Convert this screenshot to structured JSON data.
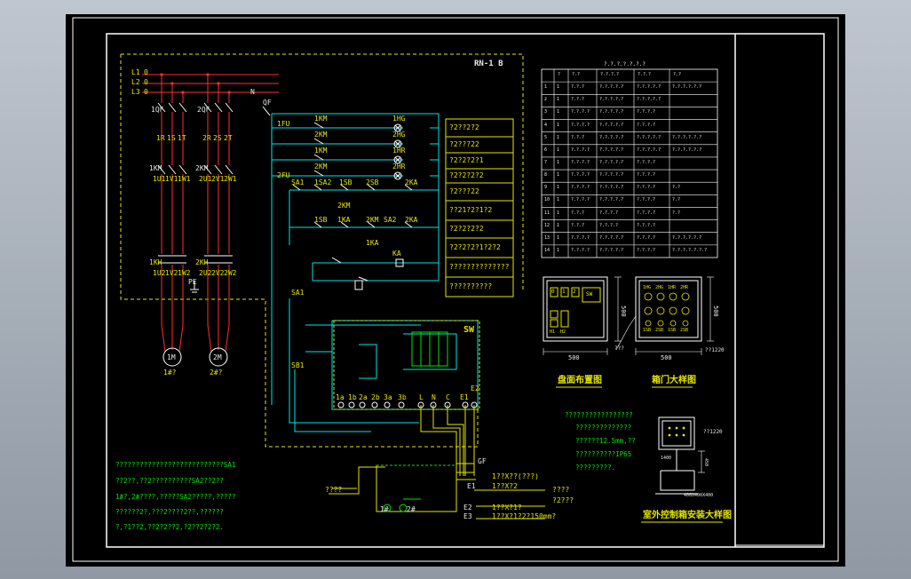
{
  "drawing": {
    "panel_code": "RN-1 B",
    "bus_labels": [
      "L1",
      "L2",
      "L3"
    ],
    "bus_markers": [
      "0",
      "0",
      "0"
    ],
    "pump1": {
      "breaker": "1QF",
      "terminals": [
        "1R",
        "1S",
        "1T"
      ],
      "contactor": "1KM",
      "contactor_outs": [
        "1U1",
        "1V1",
        "1W1"
      ],
      "relay": "1KH",
      "relay_outs": [
        "1U2",
        "1V2",
        "1W2"
      ],
      "motor": "1M"
    },
    "pump2": {
      "breaker": "2QF",
      "terminals": [
        "2R",
        "2S",
        "2T"
      ],
      "contactor": "2KM",
      "contactor_outs": [
        "2U1",
        "2V1",
        "2W1"
      ],
      "relay": "2KH",
      "relay_outs": [
        "2U2",
        "2V2",
        "2W2"
      ],
      "motor": "2M"
    },
    "ground_mark": "PE",
    "motor_captions": [
      "1#?",
      "2#?"
    ],
    "control_labels": [
      "1KM",
      "2KM",
      "1KM",
      "2KM",
      "SA1",
      "1SA2",
      "1SB",
      "2SB",
      "2KA",
      "2KM",
      "1SB",
      "1KA",
      "2KM",
      "SA2",
      "2KA",
      "1KA",
      "KA"
    ],
    "indicator_labels": [
      "1HG",
      "2HG",
      "1HR",
      "2HR"
    ],
    "side_marks": [
      "N",
      "QF",
      "1FU",
      "2FU",
      "SA1",
      "SB1"
    ],
    "function_labels": [
      "?2??2?2",
      "?2???22",
      "?2?2?2?1",
      "?2?2?2?2",
      "?2???22",
      "??21?2?1?2",
      "?2?2?2?2",
      "?2?2?2?1?2?2",
      "??????????????",
      "??????????"
    ],
    "sw_label": "SW",
    "sw_terminals": [
      "1a",
      "1b",
      "2a",
      "2b",
      "3a",
      "3b",
      "L",
      "N",
      "C",
      "E1",
      "E2"
    ],
    "sensor_labels": [
      "GF",
      "E1",
      "E2",
      "E3"
    ],
    "sensor_notes": [
      "1??X??(???)",
      "1??X?2",
      "1??X?1?",
      "1??X?1?2?150mm?"
    ],
    "sensor_side": [
      "????",
      "?2???"
    ],
    "tank_label": "????",
    "pump_small": [
      "1#",
      "2#"
    ],
    "notes": [
      "???????????????????????????SA1",
      "??2??,??2??????????SA2??2??",
      "1#?,2#????,?????SA2?????,?????",
      "??????2?,???2????2??,??????",
      "?,?1??2,??2?2??2,?2??2?2?2."
    ],
    "table": {
      "title": "?.?.?.?.?.?.?",
      "headers": [
        "?",
        "?.?",
        "?.?.?.?",
        "?.?.?",
        "?.?"
      ],
      "rows": [
        [
          "1",
          "1",
          "?.?.?",
          "?.?.?.?.?",
          "?.?.?.?.?",
          "?.?.?.?.?.?"
        ],
        [
          "2",
          "1",
          "?.?.?",
          "?.?.?.?.?",
          "?.?.?.?.?",
          ""
        ],
        [
          "3",
          "1",
          "?.?.?.?",
          "?.?.?.?.?",
          "?.?.?.?",
          ""
        ],
        [
          "4",
          "1",
          "?.?.?.?",
          "?.?.?.?.?",
          "?.?.?.?",
          ""
        ],
        [
          "5",
          "1",
          "?.?.?",
          "?.?.?.?.?",
          "?.?.?.?.?",
          "?.?.?.?.?.?"
        ],
        [
          "6",
          "1",
          "?.?.?.?",
          "?.?.?.?.?",
          "?.?.?.?.?",
          "?.?.?.?.?.?"
        ],
        [
          "7",
          "1",
          "?.?.?.?",
          "?.?.?.?.?",
          "?.?.?.?",
          ""
        ],
        [
          "8",
          "1",
          "?.?.?.?",
          "?.?.?.?.?",
          "?.?.?.?",
          ""
        ],
        [
          "9",
          "1",
          "?.?.?.?",
          "?.?.?.?.?",
          "?.?.?.?",
          "?.?"
        ],
        [
          "10",
          "1",
          "?.?.?.?",
          "?.?.?.?.?",
          "?.?.?.?",
          "?.?"
        ],
        [
          "11",
          "1",
          "?.?.?",
          "?.?.?.?",
          "?.?.?.?",
          "?.?"
        ],
        [
          "12",
          "1",
          "?.?.?",
          "?.?.?.?",
          "?.?.?.?",
          ""
        ],
        [
          "13",
          "1",
          "?.?.?.?",
          "?.?.?.?.?",
          "?.?.?.?",
          "?.?.?.?.?.?"
        ],
        [
          "14",
          "1",
          "?.?.?.?",
          "?.?.?.?.?",
          "?.?.?.?",
          "?.?.?.?.?.?.?"
        ]
      ]
    },
    "front_panel": {
      "boxes": [
        "0",
        "1",
        "2"
      ],
      "sw_box": "SW",
      "indicators": [
        "H1",
        "H2"
      ],
      "width_dim": "500",
      "height_dim": "500",
      "title": "盘面布置图"
    },
    "door_panel": {
      "labels": [
        "1HG",
        "2HG",
        "1HR",
        "2HR"
      ],
      "row2": [
        "1SB",
        "2SB",
        "1SB",
        "2SB"
      ],
      "width_dim": "500",
      "height_dim": "500",
      "side_dims": [
        "???",
        "??1220"
      ],
      "title": "箱门大样图"
    },
    "spec_notes": [
      "?????????????????",
      "??????????????",
      "??????12.5mm,??",
      "??????????IP65",
      "?????????."
    ],
    "install": {
      "dim_top": "??1220",
      "dims": [
        "1400",
        "450"
      ],
      "base_label": "400X400X400",
      "title": "室外控制箱安装大样图"
    }
  }
}
